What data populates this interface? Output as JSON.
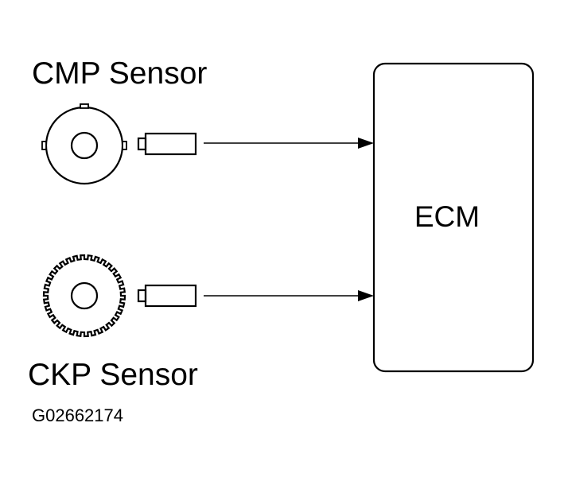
{
  "labels": {
    "cmp_sensor": "CMP Sensor",
    "ckp_sensor": "CKP Sensor",
    "ecm": "ECM",
    "figure_code": "G02662174"
  }
}
